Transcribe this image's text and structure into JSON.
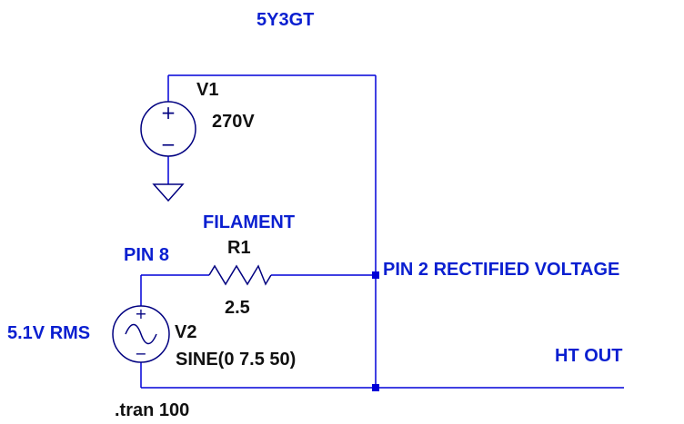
{
  "title": "5Y3GT",
  "components": {
    "v1": {
      "name": "V1",
      "value": "270V",
      "polarity_plus": "+",
      "polarity_minus": "−"
    },
    "r1": {
      "name": "R1",
      "value": "2.5",
      "label": "FILAMENT"
    },
    "v2": {
      "name": "V2",
      "value": "SINE(0 7.5 50)",
      "polarity_plus": "+",
      "polarity_minus": "−",
      "rms_label": "5.1V RMS"
    }
  },
  "net_labels": {
    "pin8": "PIN 8",
    "pin2": "PIN 2 RECTIFIED VOLTAGE",
    "ht_out": "HT OUT"
  },
  "directive": ".tran 100",
  "colors": {
    "wire": "#0000d8",
    "component": "#000080",
    "label_blue": "#0a1fd0",
    "label_black": "#111111",
    "junction": "#0000d8"
  }
}
